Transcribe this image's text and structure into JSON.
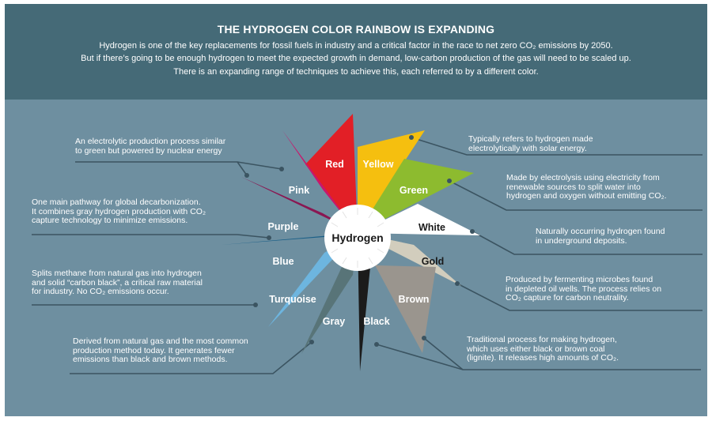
{
  "header": {
    "title": "THE HYDROGEN COLOR RAINBOW IS EXPANDING",
    "line1": "Hydrogen is one of the key replacements for fossil fuels in industry and a critical factor in the race to net zero CO₂ emissions by 2050.",
    "line2": "But if there’s going to be enough hydrogen to meet the expected growth in demand, low-carbon production of the gas will need to be scaled up.",
    "line3": "There is an expanding range of techniques to achieve this, each referred to by a different color."
  },
  "center": {
    "label": "Hydrogen"
  },
  "petals": [
    {
      "id": "red",
      "label": "Red",
      "color": "#e21f26",
      "label_color": "#ffffff"
    },
    {
      "id": "yellow",
      "label": "Yellow",
      "color": "#f5bf0f",
      "label_color": "#ffffff"
    },
    {
      "id": "green",
      "label": "Green",
      "color": "#8dbb2f",
      "label_color": "#ffffff"
    },
    {
      "id": "white",
      "label": "White",
      "color": "#ffffff",
      "label_color": "#1a1a1a"
    },
    {
      "id": "gold",
      "label": "Gold",
      "color": "#d2cdbd",
      "label_color": "#1a1a1a"
    },
    {
      "id": "brown",
      "label": "Brown",
      "color": "#9a958e",
      "label_color": "#ffffff"
    },
    {
      "id": "black",
      "label": "Black",
      "color": "#1b1b1b",
      "label_color": "#ffffff"
    },
    {
      "id": "gray",
      "label": "Gray",
      "color": "#587478",
      "label_color": "#ffffff"
    },
    {
      "id": "turquoise",
      "label": "Turquoise",
      "color": "#6db5df",
      "label_color": "#ffffff"
    },
    {
      "id": "blue",
      "label": "Blue",
      "color": "#1a5f87",
      "label_color": "#ffffff"
    },
    {
      "id": "purple",
      "label": "Purple",
      "color": "#8a1752",
      "label_color": "#ffffff"
    },
    {
      "id": "pink",
      "label": "Pink",
      "color": "#c8176c",
      "label_color": "#ffffff"
    }
  ],
  "descriptions": {
    "pink": "An electrolytic production process similar\nto green but powered by nuclear energy",
    "purple": "One main pathway for global decarbonization.\nIt combines gray hydrogen production with CO₂\ncapture technology to minimize emissions.",
    "turquoise": "Splits methane from natural gas into hydrogen\nand solid “carbon black”, a critical raw material\nfor industry. No CO₂ emissions occur.",
    "gray": "Derived from natural gas and the most common\nproduction method today. It generates fewer\nemissions than black and brown methods.",
    "yellow": "Typically refers to hydrogen made\nelectrolytically with solar energy.",
    "green": "Made by electrolysis using electricity from\nrenewable sources to split water into\nhydrogen and oxygen without emitting CO₂.",
    "white": "Naturally occurring hydrogen found\nin underground deposits.",
    "gold": "Produced by fermenting microbes found\nin depleted oil wells. The process relies on\nCO₂ capture for carbon neutrality.",
    "black_brown": "Traditional process for making hydrogen,\nwhich uses either black or brown coal\n(lignite). It releases high amounts of CO₂."
  }
}
